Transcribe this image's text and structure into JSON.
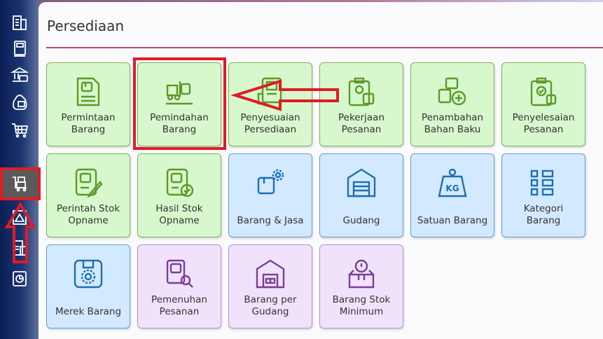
{
  "sidebar": {
    "items": [
      {
        "name": "company",
        "icon": "building-icon"
      },
      {
        "name": "ledger",
        "icon": "book-icon"
      },
      {
        "name": "bank",
        "icon": "bank-icon"
      },
      {
        "name": "receivable",
        "icon": "money-bag-icon"
      },
      {
        "name": "purchase",
        "icon": "cart-icon"
      },
      {
        "name": "inventory",
        "icon": "inventory-cart-icon",
        "active": true
      },
      {
        "name": "production",
        "icon": "factory-icon"
      },
      {
        "name": "tax",
        "icon": "tax-icon"
      },
      {
        "name": "report",
        "icon": "report-chart-icon"
      }
    ]
  },
  "panel": {
    "title": "Persediaan"
  },
  "tiles": [
    {
      "label": "Permintaan\nBarang",
      "color": "green",
      "icon": "document-box-icon"
    },
    {
      "label": "Pemindahan\nBarang",
      "color": "green",
      "icon": "forklift-icon"
    },
    {
      "label": "Penyesuaian\nPersediaan",
      "color": "green",
      "icon": "adjust-document-icon"
    },
    {
      "label": "Pekerjaan\nPesanan",
      "color": "green",
      "icon": "clipboard-gear-icon"
    },
    {
      "label": "Penambahan\nBahan Baku",
      "color": "green",
      "icon": "boxes-plus-icon"
    },
    {
      "label": "Penyelesaian\nPesanan",
      "color": "green",
      "icon": "clipboard-check-icon"
    },
    {
      "label": "Perintah Stok\nOpname",
      "color": "green",
      "icon": "box-pencil-icon"
    },
    {
      "label": "Hasil Stok\nOpname",
      "color": "green",
      "icon": "box-check-icon"
    },
    {
      "label": "Barang & Jasa",
      "color": "blue",
      "icon": "box-gear-icon"
    },
    {
      "label": "Gudang",
      "color": "blue",
      "icon": "warehouse-icon"
    },
    {
      "label": "Satuan Barang",
      "color": "blue",
      "icon": "weight-kg-icon"
    },
    {
      "label": "Kategori\nBarang",
      "color": "blue",
      "icon": "category-list-icon"
    },
    {
      "label": "Merek Barang",
      "color": "blue",
      "icon": "brand-badge-icon"
    },
    {
      "label": "Pemenuhan\nPesanan",
      "color": "purple",
      "icon": "box-search-icon"
    },
    {
      "label": "Barang per\nGudang",
      "color": "purple",
      "icon": "warehouse-box-icon"
    },
    {
      "label": "Barang Stok\nMinimum",
      "color": "purple",
      "icon": "box-minimum-icon"
    }
  ],
  "kg_text": "KG",
  "colors": {
    "green": "#d7f8cd",
    "blue": "#d3e9ff",
    "purple": "#f1e2fb",
    "highlight": "#e01b24",
    "divider": "#b24c7a"
  }
}
